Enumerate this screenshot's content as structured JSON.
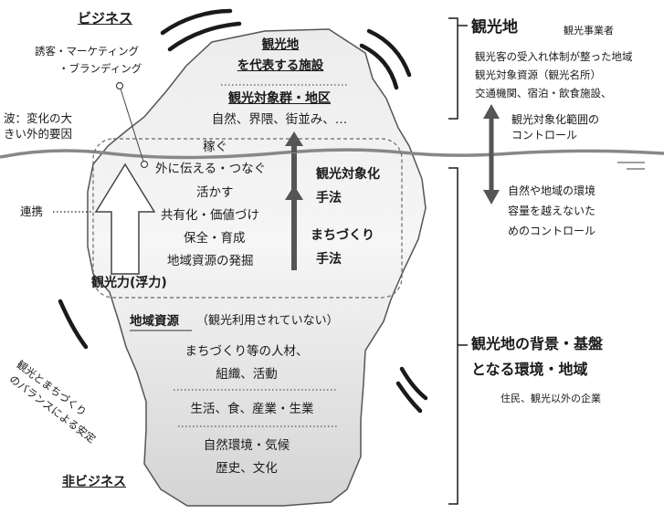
{
  "top_left": {
    "business_label": "ビジネス",
    "marketing_line1": "誘客・マーケティング",
    "marketing_line2": "・ブランディング",
    "wave_line1": "波：変化の大",
    "wave_line2": "きい外的要因",
    "renkei": "連携"
  },
  "iceberg_top": {
    "main_line1": "観光地",
    "main_line2": "を代表する施設",
    "group_title": "観光対象群・地区",
    "group_items": "自然、界隈、街並み、…"
  },
  "inner": {
    "kasegu": "稼ぐ",
    "tsutaeru": "外に伝える・つなぐ",
    "ikasu": "活かす",
    "kyoyu": "共有化・価値づけ",
    "hozen": "保全・育成",
    "hakkutsu": "地域資源の発掘",
    "kankoryoku": "観光力(浮力)",
    "taishoka_line1": "観光対象化",
    "taishoka_line2": "手法",
    "machi_line1": "まちづくり",
    "machi_line2": "手法"
  },
  "bottom": {
    "resource_title": "地域資源",
    "resource_note": "（観光利用されていない）",
    "people_line1": "まちづくり等の人材、",
    "people_line2": "組織、活動",
    "life": "生活、食、産業・生業",
    "nature_line1": "自然環境・気候",
    "nature_line2": "歴史、文化",
    "balance_line1": "観光とまちづくり",
    "balance_line2": "のバランスによる安定",
    "nonbusiness_label": "非ビジネス"
  },
  "right": {
    "kankochi_title": "観光地",
    "kankochi_sub": "観光事業者",
    "desc_line1": "観光客の受入れ体制が整った地域",
    "desc_line2": "観光対象資源（観光名所）",
    "desc_line3": "交通機関、宿泊・飲食施設、",
    "control_line1": "観光対象化範囲の",
    "control_line2": "コントロール",
    "capacity_line1": "自然や地域の環境",
    "capacity_line2": "容量を越えないた",
    "capacity_line3": "めのコントロール",
    "bg_line1": "観光地の背景・基盤",
    "bg_line2": "となる環境・地域",
    "bg_sub": "住民、観光以外の企業"
  }
}
